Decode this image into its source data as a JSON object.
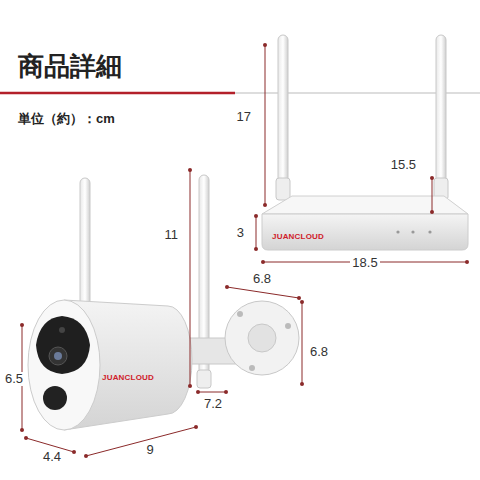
{
  "diagram": {
    "title": "商品詳細",
    "labels": [
      "単位（約）：cm",
      "17",
      "15.5",
      "3",
      "18.5",
      "JUANCLOUD",
      "11",
      "6.8",
      "6.8",
      "6.5",
      "7.2",
      "4.4",
      "9",
      "JUANCLOUD"
    ]
  }
}
